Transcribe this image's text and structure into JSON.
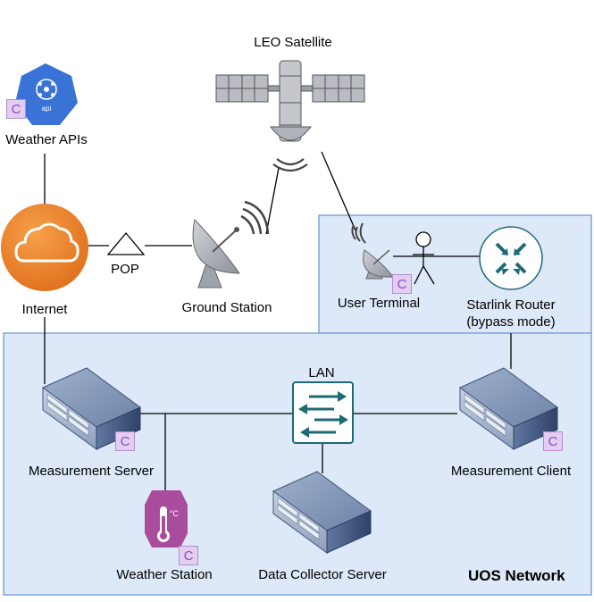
{
  "nodes": {
    "weather_apis": {
      "label": "Weather APIs",
      "icon": "api-hexagon-icon",
      "icon_text": "api"
    },
    "leo_satellite": {
      "label": "LEO Satellite",
      "icon": "satellite-icon"
    },
    "internet": {
      "label": "Internet",
      "icon": "cloud-icon"
    },
    "pop": {
      "label": "POP",
      "icon": "triangle-icon"
    },
    "ground_station": {
      "label": "Ground Station",
      "icon": "satellite-dish-icon"
    },
    "user_terminal": {
      "label": "User Terminal",
      "icon": "satellite-dish-icon"
    },
    "starlink_router": {
      "label_line1": "Starlink Router",
      "label_line2": "(bypass mode)",
      "icon": "router-icon"
    },
    "measurement_server": {
      "label": "Measurement Server",
      "icon": "server-icon"
    },
    "lan": {
      "label": "LAN",
      "icon": "switch-icon"
    },
    "measurement_client": {
      "label": "Measurement Client",
      "icon": "server-icon"
    },
    "weather_station": {
      "label": "Weather Station",
      "icon": "thermometer-hexagon-icon",
      "icon_text": "°C"
    },
    "data_collector_server": {
      "label": "Data Collector Server",
      "icon": "server-icon"
    }
  },
  "regions": {
    "uos_network": {
      "label": "UOS Network"
    }
  },
  "badge": {
    "text": "C"
  },
  "colors": {
    "region_fill": "#dde8f8",
    "region_border": "#7fa7d6",
    "cloud_orange": "#f0802a",
    "api_blue": "#3a73d6",
    "weather_purple": "#a94c9c",
    "badge_fill": "#e3cdf0",
    "badge_text": "#8a4fc0",
    "server_blue": "#5a6f92",
    "switch_teal": "#1e6a74"
  }
}
